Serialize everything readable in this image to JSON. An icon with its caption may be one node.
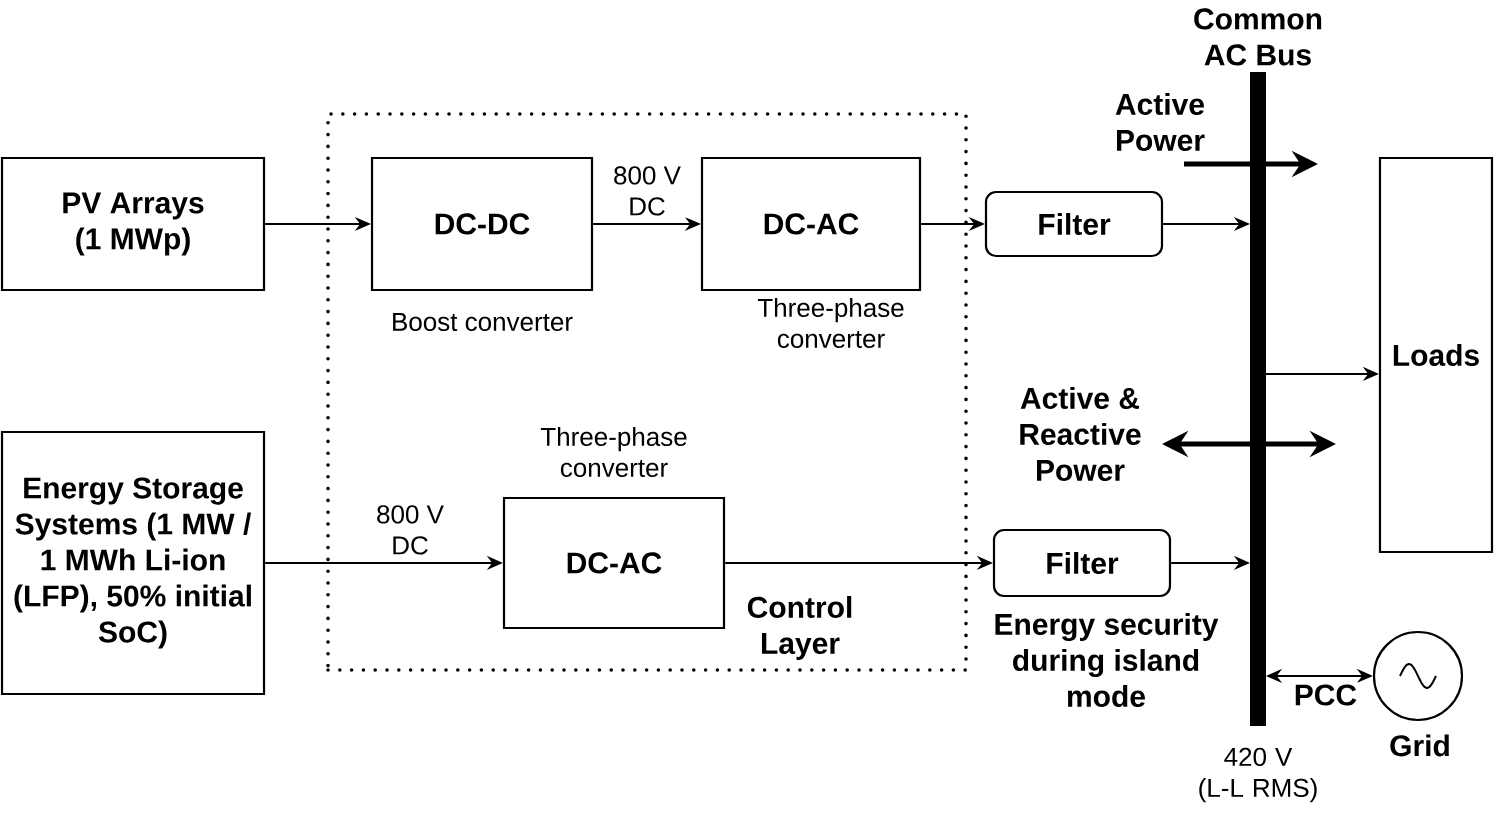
{
  "diagram": {
    "nodes": [
      {
        "text": [
          "PV Arrays (1 MWp)"
        ]
      },
      {
        "text": [
          "Control Layer"
        ]
      },
      {
        "text": [
          "DC-DC"
        ],
        "in": 1,
        "beside": [
          "Boost converter"
        ]
      },
      {
        "text": [
          "DC-AC"
        ],
        "in": 1,
        "beside": [
          "Three-phase converter"
        ]
      },
      {
        "text": [
          "Filter"
        ]
      },
      {
        "text": [
          "Common AC Bus"
        ],
        "beside": [
          "420 V (L-L RMS)"
        ]
      },
      {
        "text": [
          "Loads"
        ]
      },
      {
        "text": [
          "Energy Storage Systems (1 MW / 1 MWh Li-ion (LFP), 50% initial SoC)"
        ]
      },
      {
        "text": [
          "DC-AC"
        ],
        "in": 1,
        "beside": [
          "Three-phase converter"
        ]
      },
      {
        "text": [
          "Filter"
        ],
        "beside": [
          "Energy security during island mode"
        ]
      },
      {
        "text": [
          "Grid"
        ]
      }
    ],
    "edges": [
      {
        "from": 0,
        "to": 2,
        "arrow": "to"
      },
      {
        "from": 2,
        "to": 3,
        "arrow": "to",
        "label": "800 V DC"
      },
      {
        "from": 3,
        "to": 4,
        "arrow": "to"
      },
      {
        "from": 4,
        "to": 5,
        "arrow": "to"
      },
      {
        "from": 5,
        "to": 6,
        "arrow": "to"
      },
      {
        "from": 7,
        "to": 8,
        "arrow": "to",
        "label": "800 V DC"
      },
      {
        "from": 8,
        "to": 9,
        "arrow": "to"
      },
      {
        "from": 9,
        "to": 5,
        "arrow": "to"
      },
      {
        "from": 5,
        "to": 10,
        "arrow": "both",
        "label": "PCC"
      }
    ],
    "labels": [
      "Active Power",
      "Active & Reactive Power"
    ]
  }
}
